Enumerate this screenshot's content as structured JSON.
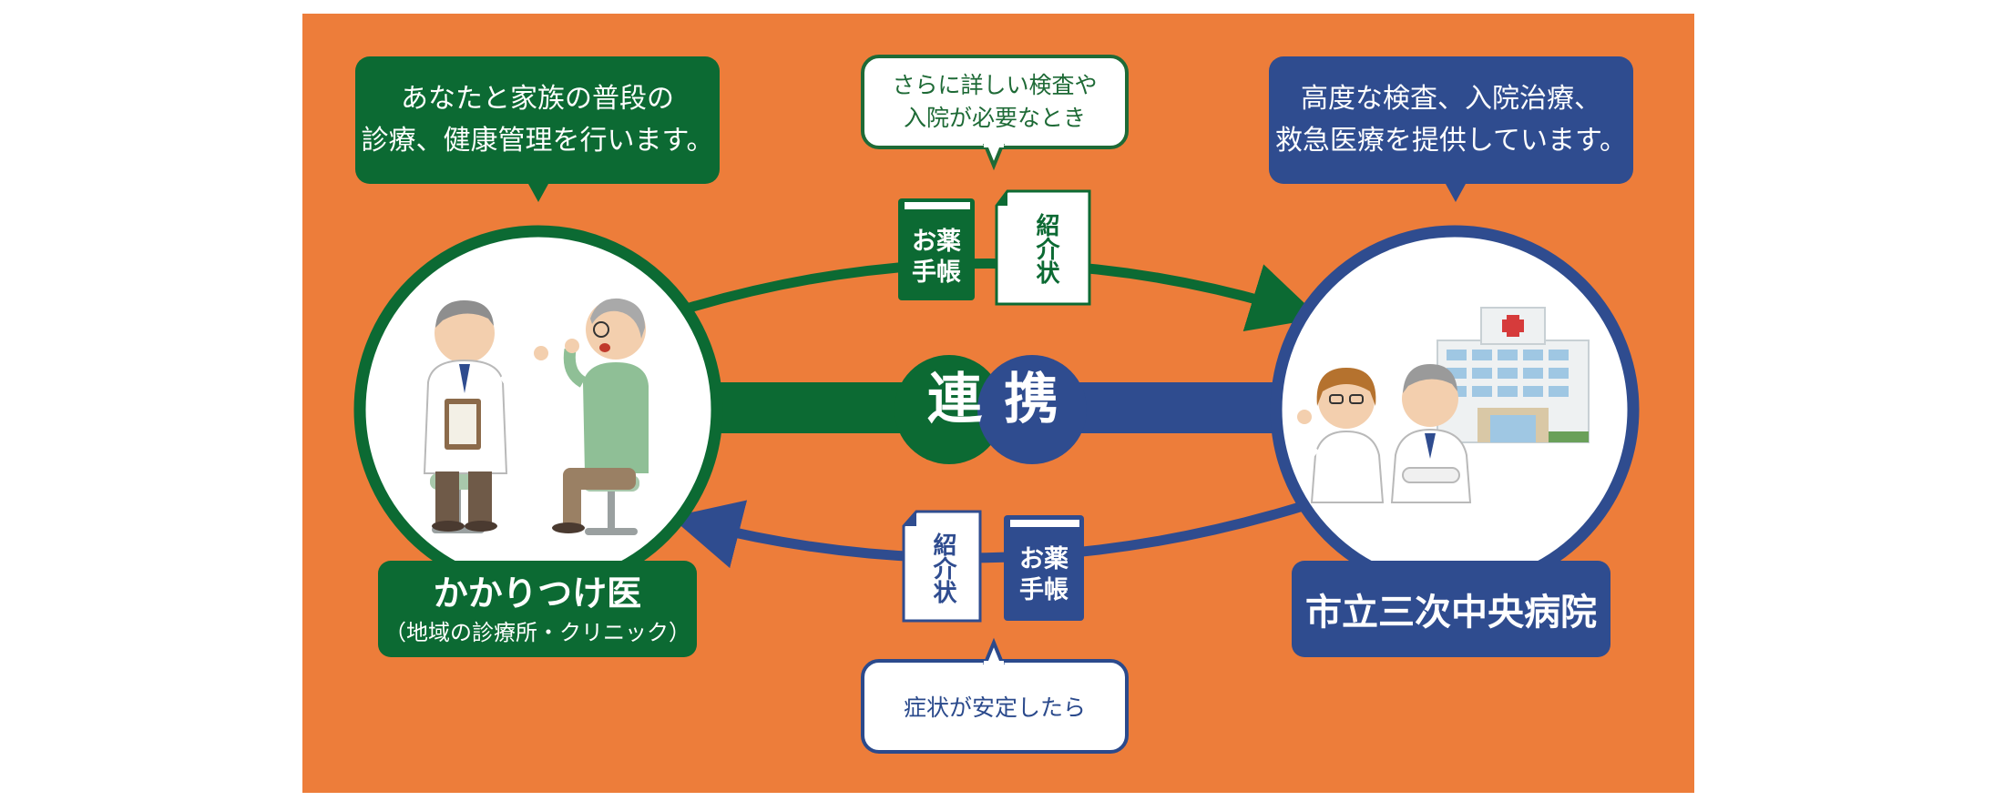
{
  "left_bubble": {
    "lines": [
      "あなたと家族の普段の",
      "診療、健康管理を行います。"
    ]
  },
  "right_bubble": {
    "lines": [
      "高度な検査、入院治療、",
      "救急医療を提供しています。"
    ]
  },
  "top_mid_bubble": {
    "lines": [
      "さらに詳しい検査や",
      "入院が必要なとき"
    ]
  },
  "bottom_mid_bubble": {
    "text": "症状が安定したら"
  },
  "center_label": [
    "連",
    "携"
  ],
  "left_node": {
    "title": "かかりつけ医",
    "subtitle": "（地域の診療所・クリニック）"
  },
  "right_node": {
    "title": "市立三次中央病院"
  },
  "upper_documents": {
    "notebook": [
      "お薬",
      "手帳"
    ],
    "letter": "紹介状"
  },
  "lower_documents": {
    "letter": "紹介状",
    "notebook": [
      "お薬",
      "手帳"
    ]
  },
  "colors": {
    "background": "#ed7d3a",
    "green": "#0c6a33",
    "blue": "#2f4c8f",
    "light_green": "#7bb38a"
  }
}
